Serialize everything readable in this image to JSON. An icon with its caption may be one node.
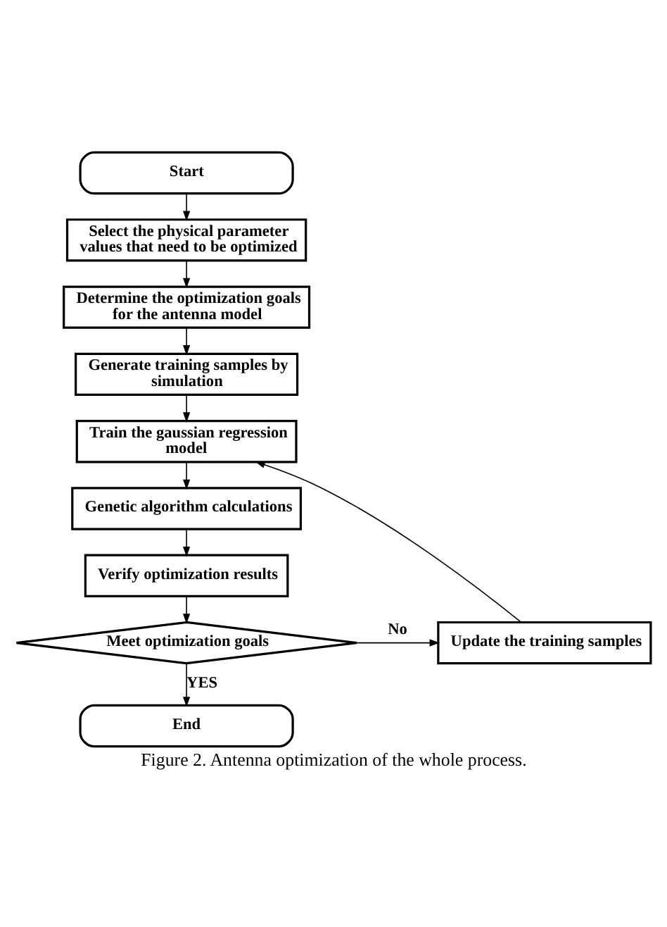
{
  "diagram": {
    "caption": "Figure 2. Antenna optimization of the whole process.",
    "nodes": [
      {
        "text": [
          "Start"
        ]
      },
      {
        "text": [
          "Select the physical parameter values that need to be optimized"
        ]
      },
      {
        "text": [
          "Determine the optimization goals for the antenna model"
        ]
      },
      {
        "text": [
          "Generate training samples by simulation"
        ]
      },
      {
        "text": [
          "Train the gaussian regression model"
        ]
      },
      {
        "text": [
          "Genetic algorithm calculations"
        ]
      },
      {
        "text": [
          "Verify optimization results"
        ]
      },
      {
        "text": [
          "Meet optimization goals"
        ]
      },
      {
        "text": [
          "Update the training samples"
        ]
      },
      {
        "text": [
          "End"
        ]
      }
    ],
    "edges": [
      {
        "from": 0,
        "to": 1,
        "arrow": "to"
      },
      {
        "from": 1,
        "to": 2,
        "arrow": "to"
      },
      {
        "from": 2,
        "to": 3,
        "arrow": "to"
      },
      {
        "from": 3,
        "to": 4,
        "arrow": "to"
      },
      {
        "from": 4,
        "to": 5,
        "arrow": "to"
      },
      {
        "from": 5,
        "to": 6,
        "arrow": "to"
      },
      {
        "from": 6,
        "to": 7,
        "arrow": "to"
      },
      {
        "from": 7,
        "to": 8,
        "arrow": "to",
        "label": "No"
      },
      {
        "from": 8,
        "to": 4,
        "arrow": "to"
      },
      {
        "from": 7,
        "to": 9,
        "arrow": "to",
        "label": "YES"
      }
    ]
  }
}
